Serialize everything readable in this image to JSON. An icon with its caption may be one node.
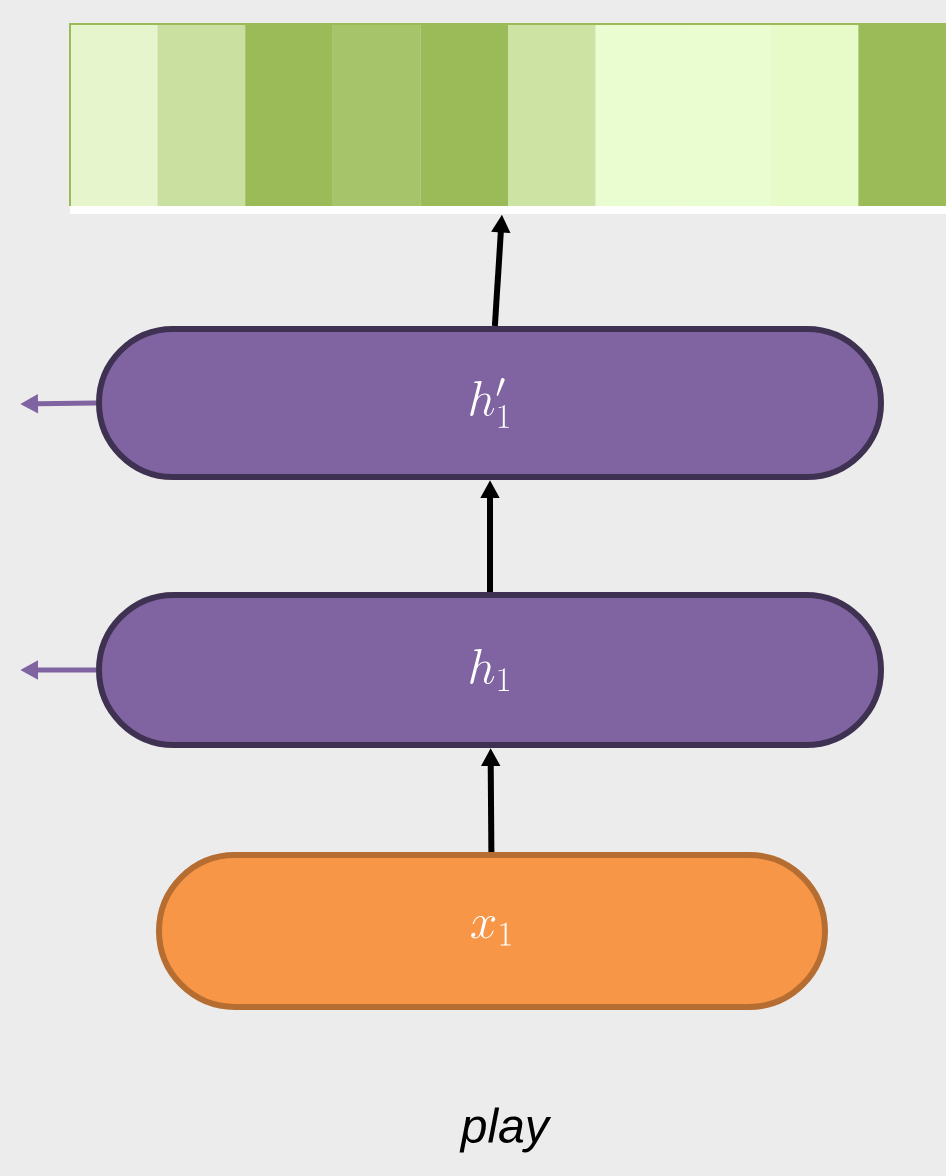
{
  "diagram": {
    "nodes": [
      {
        "text": [],
        "shape": "bar"
      },
      {
        "text": [
          "h'_{1}"
        ]
      },
      {
        "text": [
          "h_{1}"
        ]
      },
      {
        "text": [
          "x_{1}"
        ],
        "beside": [
          "*play*"
        ]
      }
    ],
    "edges": [
      {
        "from": 3,
        "to": 2,
        "arrow": "to"
      },
      {
        "from": 2,
        "to": 1,
        "arrow": "to"
      },
      {
        "from": 1,
        "to": 0,
        "arrow": "to"
      },
      {
        "from": 1,
        "to": null,
        "arrow": "to",
        "color": "#8064a2"
      },
      {
        "from": 2,
        "to": null,
        "arrow": "to",
        "color": "#8064a2"
      }
    ]
  }
}
